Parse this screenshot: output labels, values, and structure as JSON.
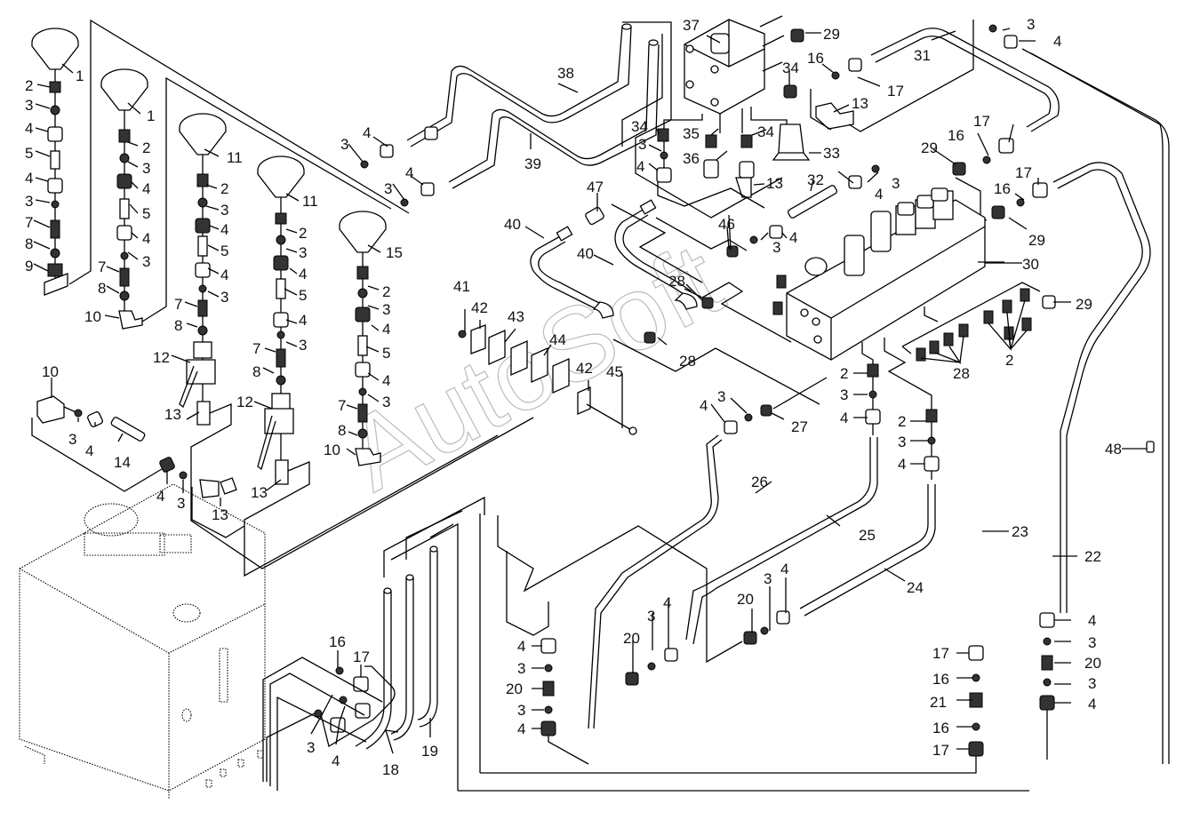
{
  "diagram": {
    "type": "exploded-parts-diagram",
    "subject": "Hydraulic piping assembly with accumulators, valve block and tank",
    "watermark": "AutoSoft",
    "labels": [
      {
        "id": "l1",
        "text": "1"
      },
      {
        "id": "l2",
        "text": "2"
      },
      {
        "id": "l3",
        "text": "3"
      },
      {
        "id": "l4",
        "text": "4"
      },
      {
        "id": "l5",
        "text": "5"
      },
      {
        "id": "l6",
        "text": "4"
      },
      {
        "id": "l7",
        "text": "3"
      },
      {
        "id": "l8",
        "text": "7"
      },
      {
        "id": "l9",
        "text": "8"
      },
      {
        "id": "l10",
        "text": "9"
      },
      {
        "id": "l11",
        "text": "1"
      },
      {
        "id": "l12",
        "text": "2"
      },
      {
        "id": "l13",
        "text": "3"
      },
      {
        "id": "l14",
        "text": "4"
      },
      {
        "id": "l15",
        "text": "5"
      },
      {
        "id": "l16",
        "text": "4"
      },
      {
        "id": "l17",
        "text": "3"
      },
      {
        "id": "l18",
        "text": "7"
      },
      {
        "id": "l19",
        "text": "8"
      },
      {
        "id": "l20",
        "text": "10"
      },
      {
        "id": "l21",
        "text": "11"
      },
      {
        "id": "l22",
        "text": "2"
      },
      {
        "id": "l23",
        "text": "3"
      },
      {
        "id": "l24",
        "text": "4"
      },
      {
        "id": "l25",
        "text": "5"
      },
      {
        "id": "l26",
        "text": "4"
      },
      {
        "id": "l27",
        "text": "3"
      },
      {
        "id": "l28",
        "text": "7"
      },
      {
        "id": "l29",
        "text": "8"
      },
      {
        "id": "l30",
        "text": "12"
      },
      {
        "id": "l31",
        "text": "13"
      },
      {
        "id": "l32",
        "text": "11"
      },
      {
        "id": "l33",
        "text": "2"
      },
      {
        "id": "l34",
        "text": "3"
      },
      {
        "id": "l35",
        "text": "4"
      },
      {
        "id": "l36",
        "text": "5"
      },
      {
        "id": "l37",
        "text": "4"
      },
      {
        "id": "l38",
        "text": "3"
      },
      {
        "id": "l39",
        "text": "7"
      },
      {
        "id": "l40",
        "text": "8"
      },
      {
        "id": "l41",
        "text": "12"
      },
      {
        "id": "l42",
        "text": "13"
      },
      {
        "id": "l43",
        "text": "15"
      },
      {
        "id": "l44",
        "text": "2"
      },
      {
        "id": "l45",
        "text": "3"
      },
      {
        "id": "l46",
        "text": "4"
      },
      {
        "id": "l47",
        "text": "5"
      },
      {
        "id": "l48",
        "text": "4"
      },
      {
        "id": "l49",
        "text": "3"
      },
      {
        "id": "l50",
        "text": "7"
      },
      {
        "id": "l51",
        "text": "8"
      },
      {
        "id": "l52",
        "text": "10"
      },
      {
        "id": "l53",
        "text": "10"
      },
      {
        "id": "l54",
        "text": "3"
      },
      {
        "id": "l55",
        "text": "4"
      },
      {
        "id": "l56",
        "text": "14"
      },
      {
        "id": "l57",
        "text": "4"
      },
      {
        "id": "l58",
        "text": "3"
      },
      {
        "id": "l59",
        "text": "13"
      },
      {
        "id": "l60",
        "text": "38"
      },
      {
        "id": "l61",
        "text": "39"
      },
      {
        "id": "l62",
        "text": "3"
      },
      {
        "id": "l63",
        "text": "4"
      },
      {
        "id": "l64",
        "text": "3"
      },
      {
        "id": "l65",
        "text": "4"
      },
      {
        "id": "l66",
        "text": "37"
      },
      {
        "id": "l67",
        "text": "29"
      },
      {
        "id": "l68",
        "text": "34"
      },
      {
        "id": "l69",
        "text": "34"
      },
      {
        "id": "l70",
        "text": "3"
      },
      {
        "id": "l71",
        "text": "4"
      },
      {
        "id": "l72",
        "text": "35"
      },
      {
        "id": "l73",
        "text": "36"
      },
      {
        "id": "l74",
        "text": "34"
      },
      {
        "id": "l75",
        "text": "13"
      },
      {
        "id": "l76",
        "text": "33"
      },
      {
        "id": "l77",
        "text": "47"
      },
      {
        "id": "l78",
        "text": "40"
      },
      {
        "id": "l79",
        "text": "40"
      },
      {
        "id": "l80",
        "text": "46"
      },
      {
        "id": "l81",
        "text": "3"
      },
      {
        "id": "l82",
        "text": "4"
      },
      {
        "id": "l83",
        "text": "28"
      },
      {
        "id": "l84",
        "text": "16"
      },
      {
        "id": "l85",
        "text": "17"
      },
      {
        "id": "l86",
        "text": "13"
      },
      {
        "id": "l87",
        "text": "31"
      },
      {
        "id": "l88",
        "text": "3"
      },
      {
        "id": "l89",
        "text": "4"
      },
      {
        "id": "l90",
        "text": "17"
      },
      {
        "id": "l91",
        "text": "16"
      },
      {
        "id": "l92",
        "text": "29"
      },
      {
        "id": "l93",
        "text": "17"
      },
      {
        "id": "l94",
        "text": "16"
      },
      {
        "id": "l95",
        "text": "29"
      },
      {
        "id": "l96",
        "text": "32"
      },
      {
        "id": "l97",
        "text": "4"
      },
      {
        "id": "l98",
        "text": "3"
      },
      {
        "id": "l99",
        "text": "30"
      },
      {
        "id": "l100",
        "text": "29"
      },
      {
        "id": "l101",
        "text": "2"
      },
      {
        "id": "l102",
        "text": "28"
      },
      {
        "id": "l103",
        "text": "41"
      },
      {
        "id": "l104",
        "text": "42"
      },
      {
        "id": "l105",
        "text": "43"
      },
      {
        "id": "l106",
        "text": "44"
      },
      {
        "id": "l107",
        "text": "42"
      },
      {
        "id": "l108",
        "text": "45"
      },
      {
        "id": "l109",
        "text": "28"
      },
      {
        "id": "l110",
        "text": "3"
      },
      {
        "id": "l111",
        "text": "4"
      },
      {
        "id": "l112",
        "text": "27"
      },
      {
        "id": "l113",
        "text": "2"
      },
      {
        "id": "l114",
        "text": "3"
      },
      {
        "id": "l115",
        "text": "4"
      },
      {
        "id": "l116",
        "text": "2"
      },
      {
        "id": "l117",
        "text": "3"
      },
      {
        "id": "l118",
        "text": "4"
      },
      {
        "id": "l119",
        "text": "48"
      },
      {
        "id": "l120",
        "text": "26"
      },
      {
        "id": "l121",
        "text": "25"
      },
      {
        "id": "l122",
        "text": "24"
      },
      {
        "id": "l123",
        "text": "23"
      },
      {
        "id": "l124",
        "text": "22"
      },
      {
        "id": "l125",
        "text": "4"
      },
      {
        "id": "l126",
        "text": "3"
      },
      {
        "id": "l127",
        "text": "20"
      },
      {
        "id": "l128",
        "text": "3"
      },
      {
        "id": "l129",
        "text": "4"
      },
      {
        "id": "l130",
        "text": "20"
      },
      {
        "id": "l131",
        "text": "3"
      },
      {
        "id": "l132",
        "text": "4"
      },
      {
        "id": "l133",
        "text": "20"
      },
      {
        "id": "l134",
        "text": "3"
      },
      {
        "id": "l135",
        "text": "4"
      },
      {
        "id": "l136",
        "text": "17"
      },
      {
        "id": "l137",
        "text": "16"
      },
      {
        "id": "l138",
        "text": "21"
      },
      {
        "id": "l139",
        "text": "16"
      },
      {
        "id": "l140",
        "text": "17"
      },
      {
        "id": "l141",
        "text": "4"
      },
      {
        "id": "l142",
        "text": "3"
      },
      {
        "id": "l143",
        "text": "20"
      },
      {
        "id": "l144",
        "text": "3"
      },
      {
        "id": "l145",
        "text": "4"
      },
      {
        "id": "l146",
        "text": "16"
      },
      {
        "id": "l147",
        "text": "17"
      },
      {
        "id": "l148",
        "text": "3"
      },
      {
        "id": "l149",
        "text": "4"
      },
      {
        "id": "l150",
        "text": "18"
      },
      {
        "id": "l151",
        "text": "19"
      }
    ]
  }
}
